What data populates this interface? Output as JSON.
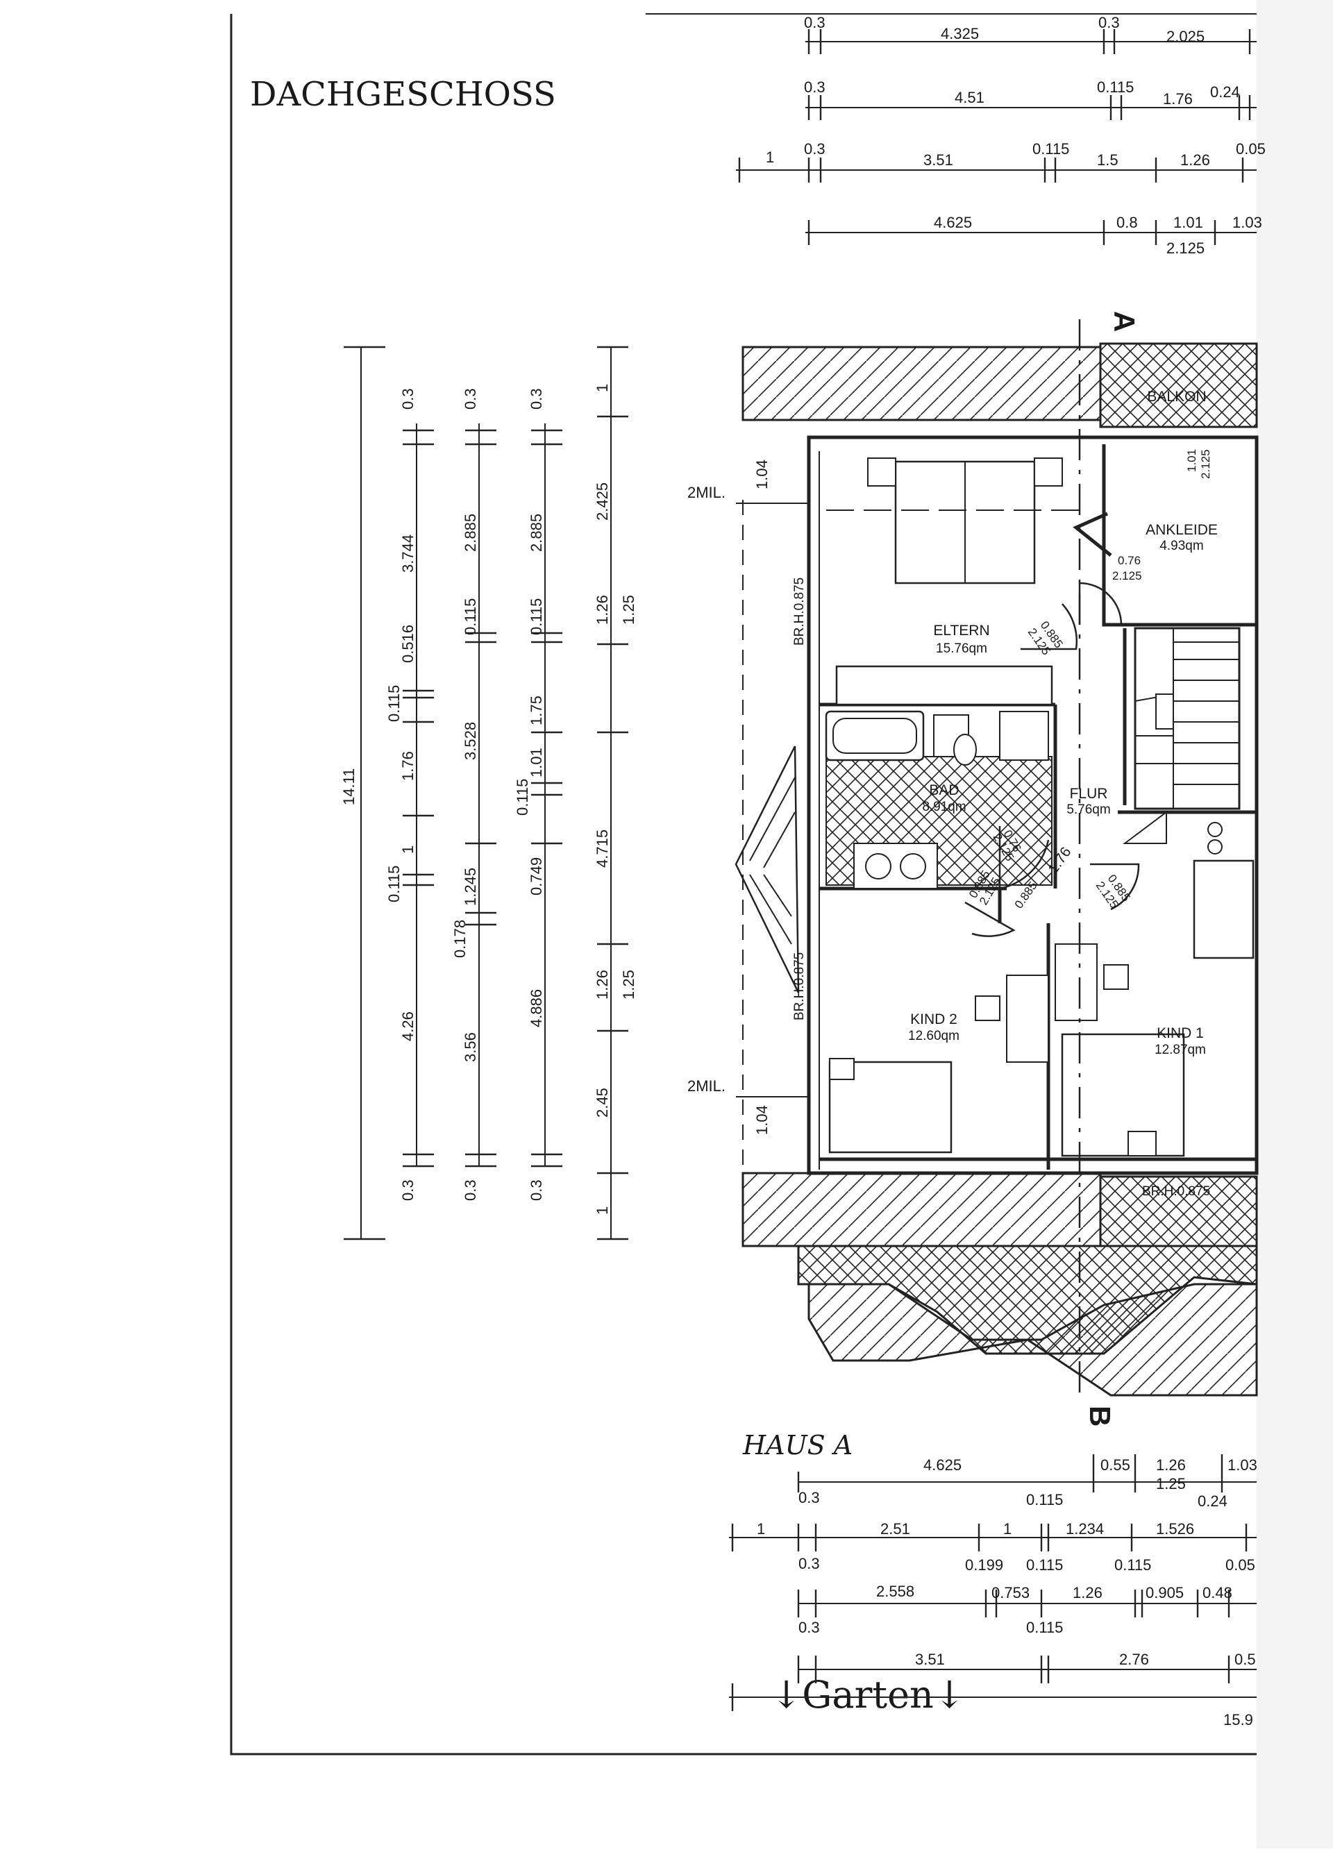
{
  "sheet_title": "DACHGESCHOSS",
  "house_label": "HAUS A",
  "garden_label": "↓Garten↓",
  "section_labels": {
    "top": "A",
    "bottom": "B"
  },
  "rooms": [
    {
      "id": "eltern",
      "name": "ELTERN",
      "area": "15.76qm"
    },
    {
      "id": "ankleide",
      "name": "ANKLEIDE",
      "area": "4.93qm"
    },
    {
      "id": "bad",
      "name": "BAD",
      "area": "8.91qm"
    },
    {
      "id": "flur",
      "name": "FLUR",
      "area": "5.76qm"
    },
    {
      "id": "kind2",
      "name": "KIND 2",
      "area": "12.60qm"
    },
    {
      "id": "kind1",
      "name": "KIND 1",
      "area": "12.87qm"
    },
    {
      "id": "balkon",
      "name": "BALKON",
      "area": ""
    }
  ],
  "window_notes": {
    "br1": "BR.H.0.875",
    "br2": "BR.H.0.875",
    "br3": "BR.H.0.875",
    "mil1": "2MIL.",
    "mil2": "2MIL.",
    "w1": "1.04",
    "w2": "1.04"
  },
  "door_notes": [
    "0.76",
    "2.125",
    "0.885",
    "2.125",
    "0.76",
    "2.125",
    "0.885",
    "2.125",
    "0.885",
    "2.125",
    "1.01",
    "2.125",
    "1.76",
    "0.885"
  ],
  "dims_top": {
    "row1": [
      "0.3",
      "4.325",
      "0.3",
      "2.025"
    ],
    "row2": [
      "0.3",
      "4.51",
      "0.115",
      "1.76",
      "0.24"
    ],
    "row3": [
      "1",
      "0.3",
      "3.51",
      "0.115",
      "1.5",
      "1.26",
      "0.05"
    ],
    "row4": [
      "4.625",
      "0.8",
      "1.01",
      "1.03",
      "2.125"
    ]
  },
  "dims_left": {
    "total": "14.11",
    "col1": [
      "0.3",
      "3.744",
      "0.516",
      "0.115",
      "1.76",
      "1",
      "0.115",
      "4.26",
      "0.3"
    ],
    "col2": [
      "0.3",
      "2.885",
      "0.115",
      "3.528",
      "1.245",
      "0.178",
      "3.56",
      "0.3"
    ],
    "col3": [
      "0.3",
      "2.885",
      "0.115",
      "1.75",
      "0.115",
      "1.01",
      "0.749",
      "4.886",
      "0.3"
    ],
    "col4": [
      "1",
      "2.425",
      "1.26",
      "1.25",
      "4.715",
      "1.26",
      "1.25",
      "2.45",
      "1"
    ]
  },
  "dims_bottom": {
    "row1": [
      "4.625",
      "0.55",
      "1.26",
      "1.25",
      "1.03"
    ],
    "row2": [
      "0.3",
      "0.115",
      "0.24",
      "1",
      "2.51",
      "1",
      "1.234",
      "1.526"
    ],
    "row3": [
      "0.3",
      "0.199",
      "0.115",
      "0.115",
      "0.05",
      "2.558",
      "0.753",
      "1.26",
      "0.905",
      "0.48"
    ],
    "row4": [
      "0.3",
      "0.115",
      "3.51",
      "2.76",
      "0.5"
    ],
    "total": "15.9"
  }
}
